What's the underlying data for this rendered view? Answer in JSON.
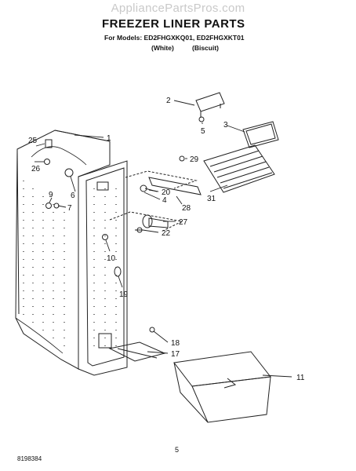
{
  "watermark": "AppliancePartsPros.com",
  "title": "FREEZER LINER PARTS",
  "models_line": "For Models: ED2FHGXKQ01, ED2FHGXKT01",
  "variant_white": "(White)",
  "variant_biscuit": "(Biscuit)",
  "page_number": "5",
  "doc_number": "8198384",
  "callouts": [
    "1",
    "2",
    "3",
    "4",
    "5",
    "6",
    "7",
    "9",
    "10",
    "11",
    "17",
    "18",
    "19",
    "20",
    "22",
    "25",
    "26",
    "27",
    "28",
    "29",
    "31"
  ]
}
